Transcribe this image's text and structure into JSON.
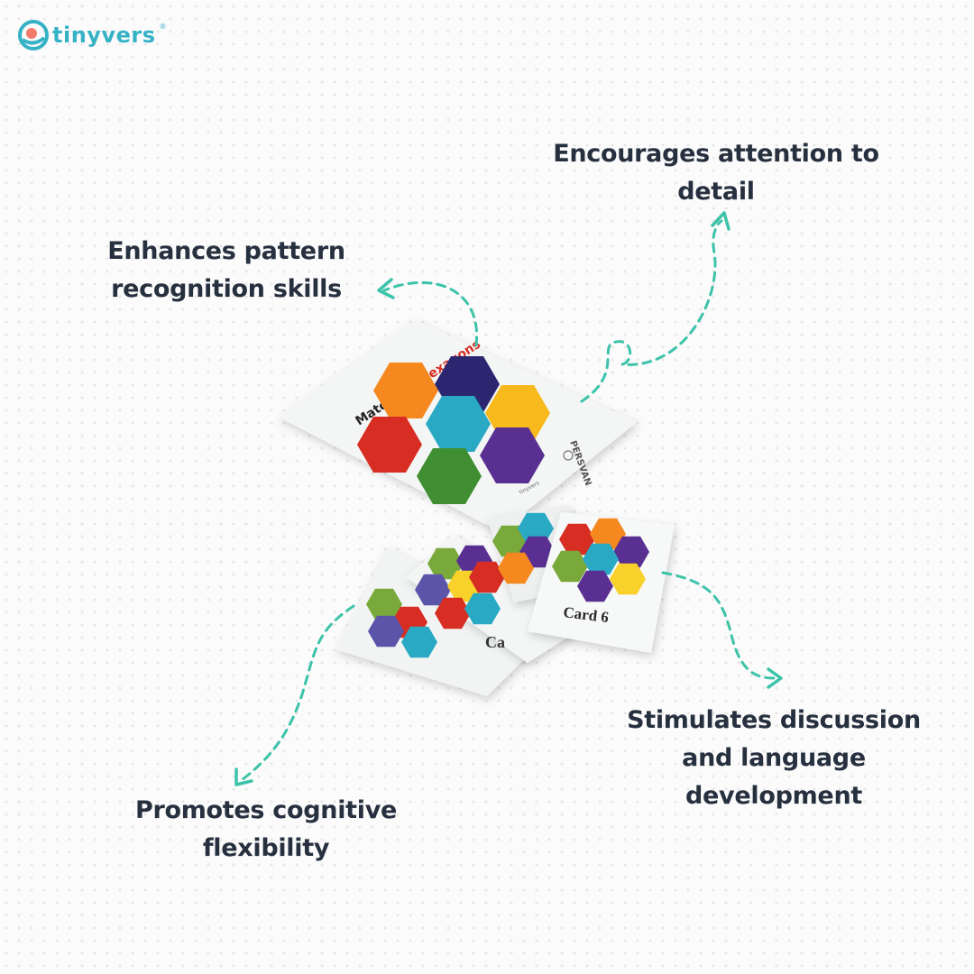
{
  "brand": {
    "logo_text": "tinyvers",
    "registered_mark": "®"
  },
  "captions": {
    "attention": "Encourages attention to detail",
    "pattern": "Enhances pattern recognition skills",
    "discussion": "Stimulates discussion and language development",
    "flexibility": "Promotes cognitive flexibility"
  },
  "product": {
    "board_title_prefix": "Match the ",
    "board_title_highlight": "Hexagons",
    "board_brand": "PERSVAN",
    "board_small_logo": "tinyvers",
    "card_label_front": "Card 6",
    "card_label_partial": "Ca"
  },
  "colors": {
    "accent_teal": "#3cc3a9",
    "caption_text": "#27303f",
    "hex_orange": "#f5881f",
    "hex_navy": "#2c2670",
    "hex_yellow": "#f8b91c",
    "hex_red": "#d72d22",
    "hex_cyan": "#2aa9c5",
    "hex_purple": "#5a2f92",
    "hex_green": "#3f8f32"
  }
}
